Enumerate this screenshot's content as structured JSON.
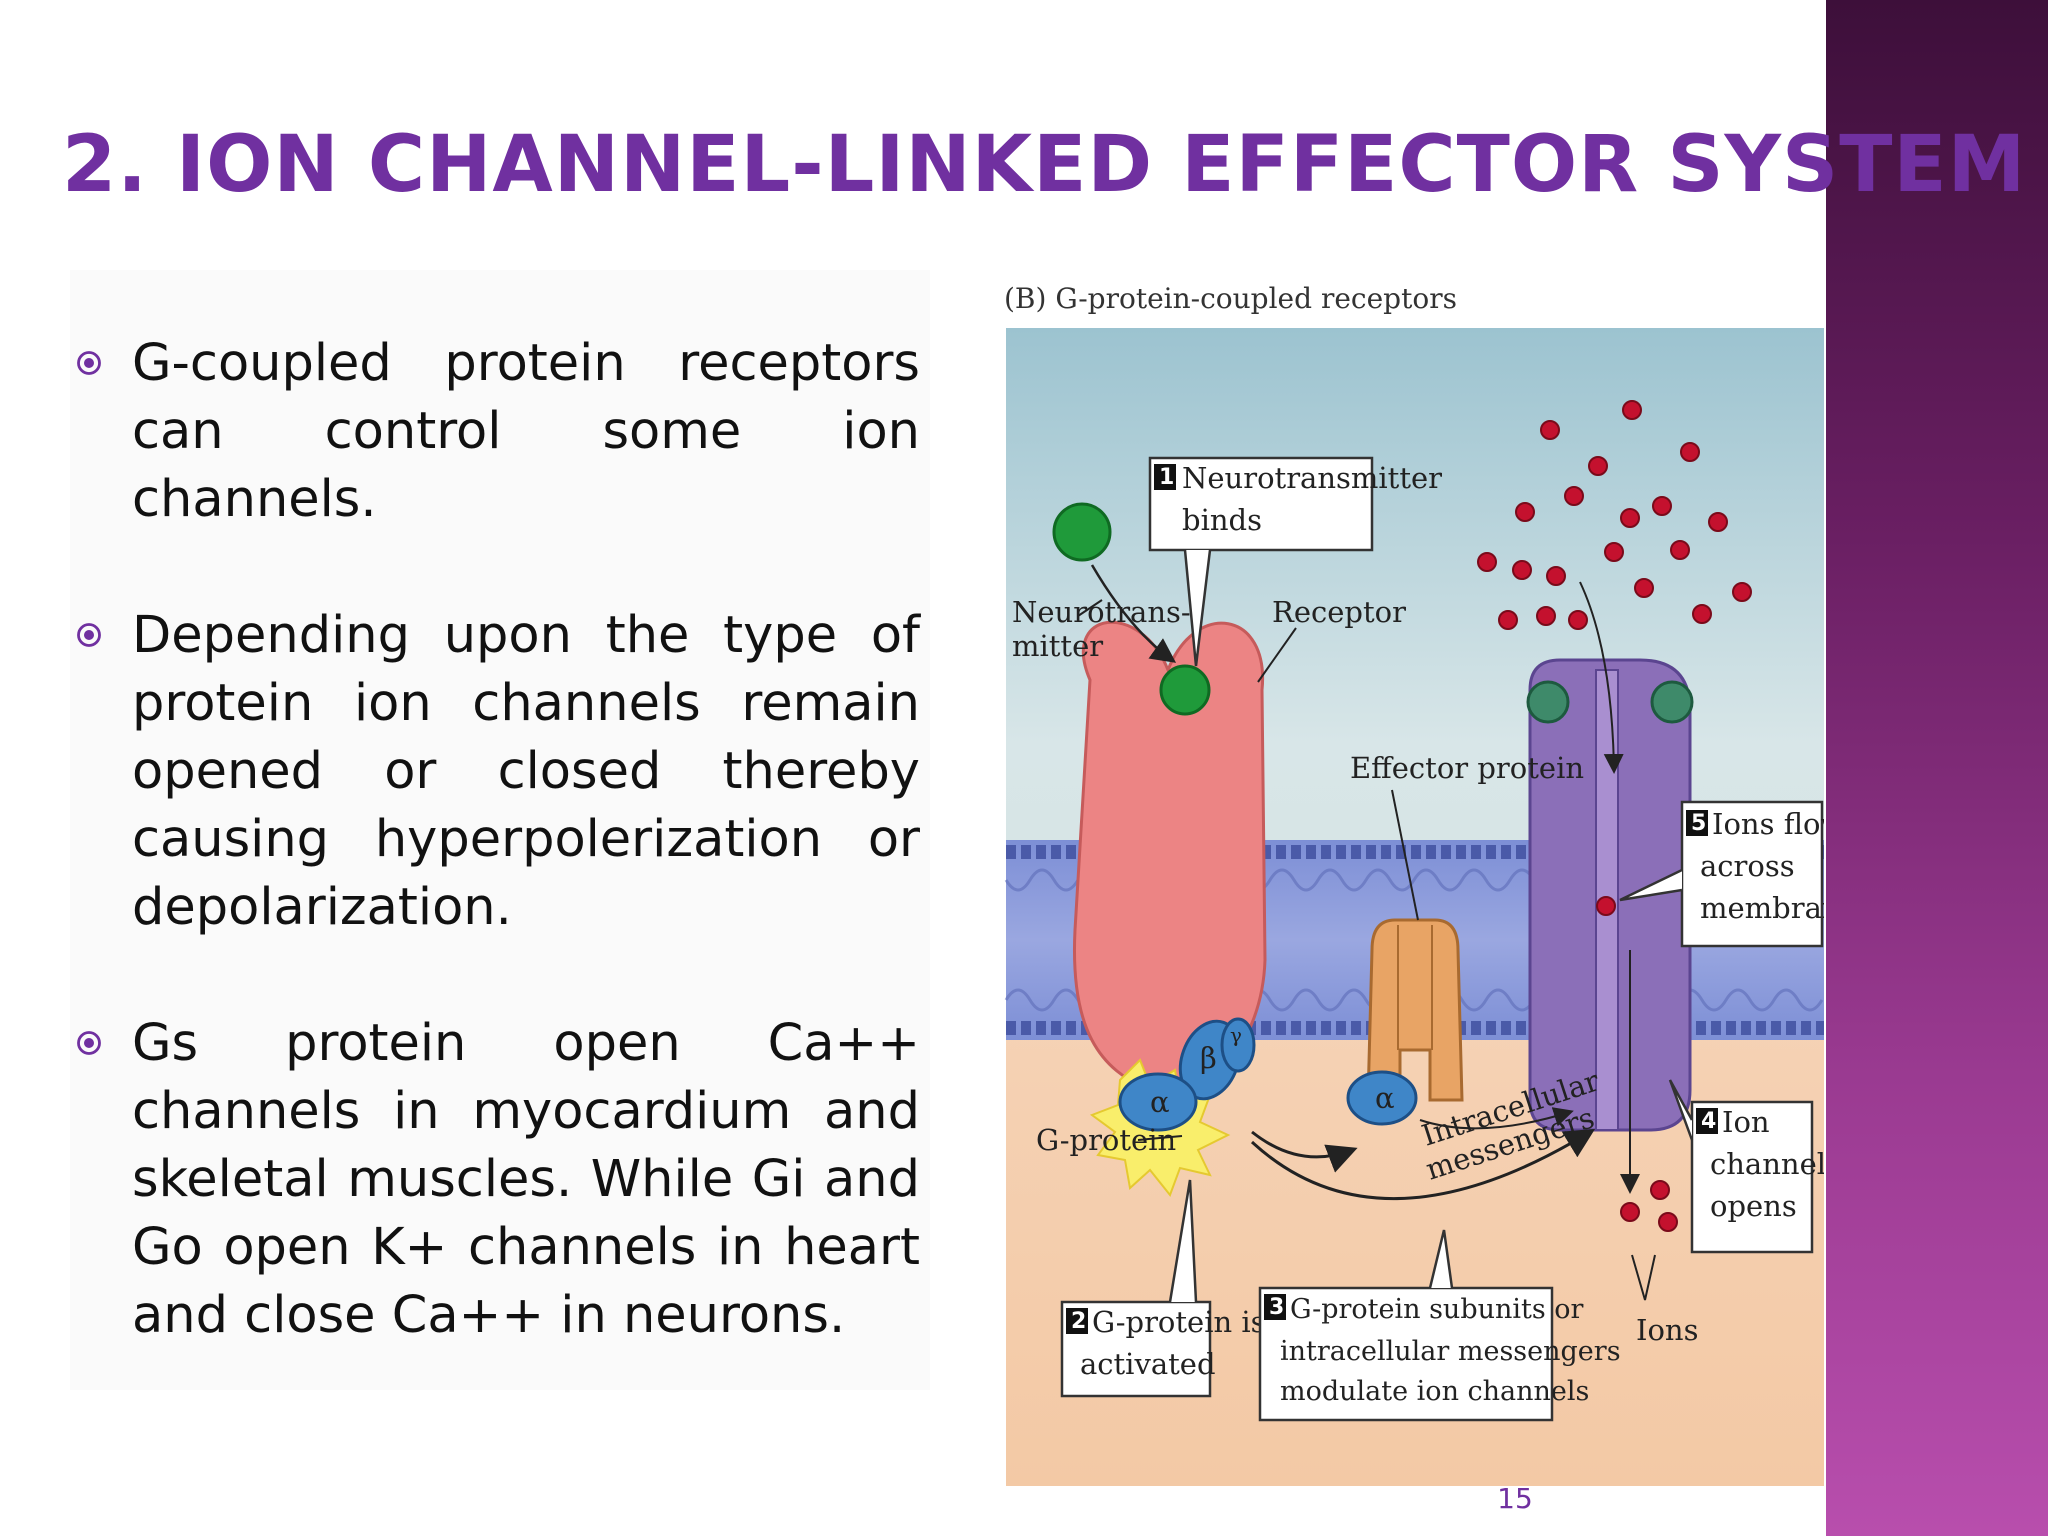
{
  "slide": {
    "title": "2. ION CHANNEL-LINKED EFFECTOR SYSTEM",
    "number": "15",
    "accent_color": "#7030a0",
    "sidebar_color": "#6a1f63"
  },
  "bullets": [
    {
      "text": "G-coupled protein receptors can control some ion channels."
    },
    {
      "text": "Depending upon the type of protein ion channels remain opened or closed thereby causing hyperpolerization or depolarization."
    },
    {
      "text": "Gs protein open Ca++ channels in myocardium and skeletal muscles. While Gi and Go open K+ channels in heart and close Ca++ in neurons."
    }
  ],
  "figure": {
    "panel_label": "(B) G-protein-coupled receptors",
    "labels": {
      "neurotransmitter_1": "Neurotrans-",
      "neurotransmitter_2": "mitter",
      "receptor": "Receptor",
      "effector_protein": "Effector protein",
      "g_protein": "G-protein",
      "intracellular_1": "Intracellular",
      "intracellular_2": "messengers",
      "ions": "Ions",
      "alpha": "α",
      "beta": "β",
      "gamma": "γ"
    },
    "steps": [
      {
        "num": "1",
        "line1": "Neurotransmitter",
        "line2": "binds",
        "line3": ""
      },
      {
        "num": "2",
        "line1": "G-protein is",
        "line2": "activated",
        "line3": ""
      },
      {
        "num": "3",
        "line1": "G-protein subunits or",
        "line2": "intracellular messengers",
        "line3": "modulate ion channels"
      },
      {
        "num": "4",
        "line1": "Ion",
        "line2": "channel",
        "line3": "opens"
      },
      {
        "num": "5",
        "line1": "Ions flow",
        "line2": "across",
        "line3": "membrane"
      }
    ]
  }
}
